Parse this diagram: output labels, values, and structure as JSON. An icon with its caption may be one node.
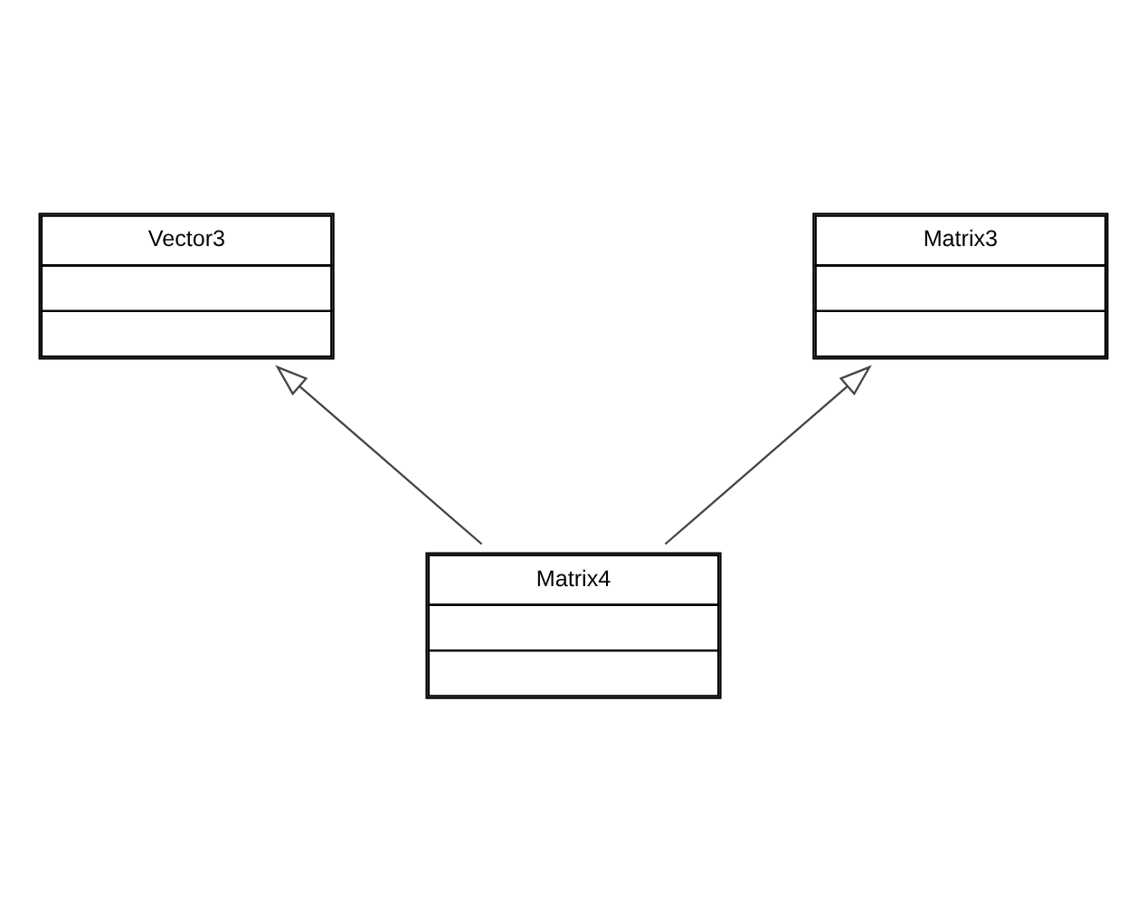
{
  "diagram": {
    "nodes": [
      {
        "text": [
          "Vector3"
        ]
      },
      {
        "text": [
          "Matrix3"
        ]
      },
      {
        "text": [
          "Matrix4"
        ]
      }
    ],
    "edges": [
      {
        "from": 2,
        "to": 0,
        "arrow": "to"
      },
      {
        "from": 2,
        "to": 1,
        "arrow": "to"
      }
    ]
  }
}
